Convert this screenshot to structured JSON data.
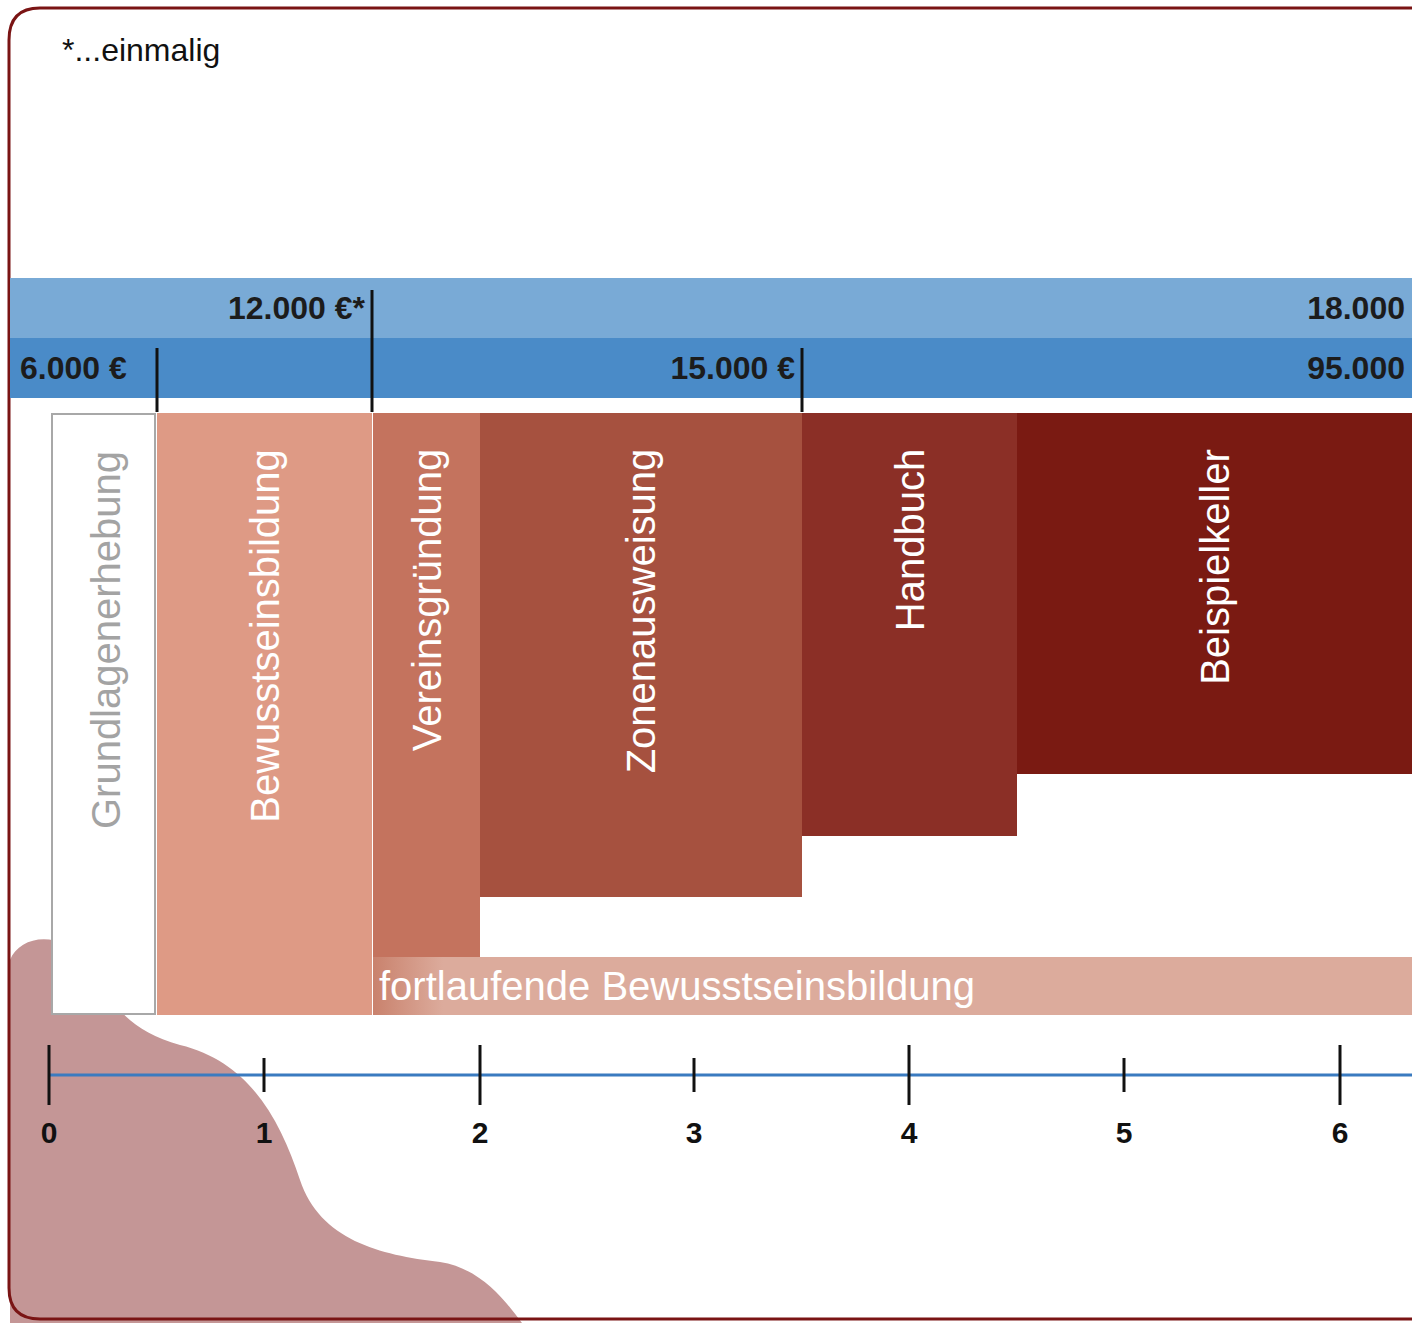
{
  "diagram": {
    "nodes": [
      {
        "text": [
          "12.000 €*",
          "18.000"
        ]
      },
      {
        "text": [
          "6.000 €",
          "15.000 €",
          "95.000"
        ]
      },
      {
        "text": [
          "Grundlagenerhebung"
        ]
      },
      {
        "text": [
          "Bewusstseinsbildung"
        ]
      },
      {
        "text": [
          "Vereinsgründung"
        ]
      },
      {
        "text": [
          "Zonenausweisung"
        ]
      },
      {
        "text": [
          "Handbuch"
        ]
      },
      {
        "text": [
          "Beispielkeller"
        ]
      },
      {
        "text": [
          "fortlaufende Bewusstseinsbildung"
        ]
      }
    ],
    "labels": [
      "*...einmalig",
      "0",
      "1",
      "2",
      "3",
      "4",
      "5",
      "6"
    ]
  }
}
